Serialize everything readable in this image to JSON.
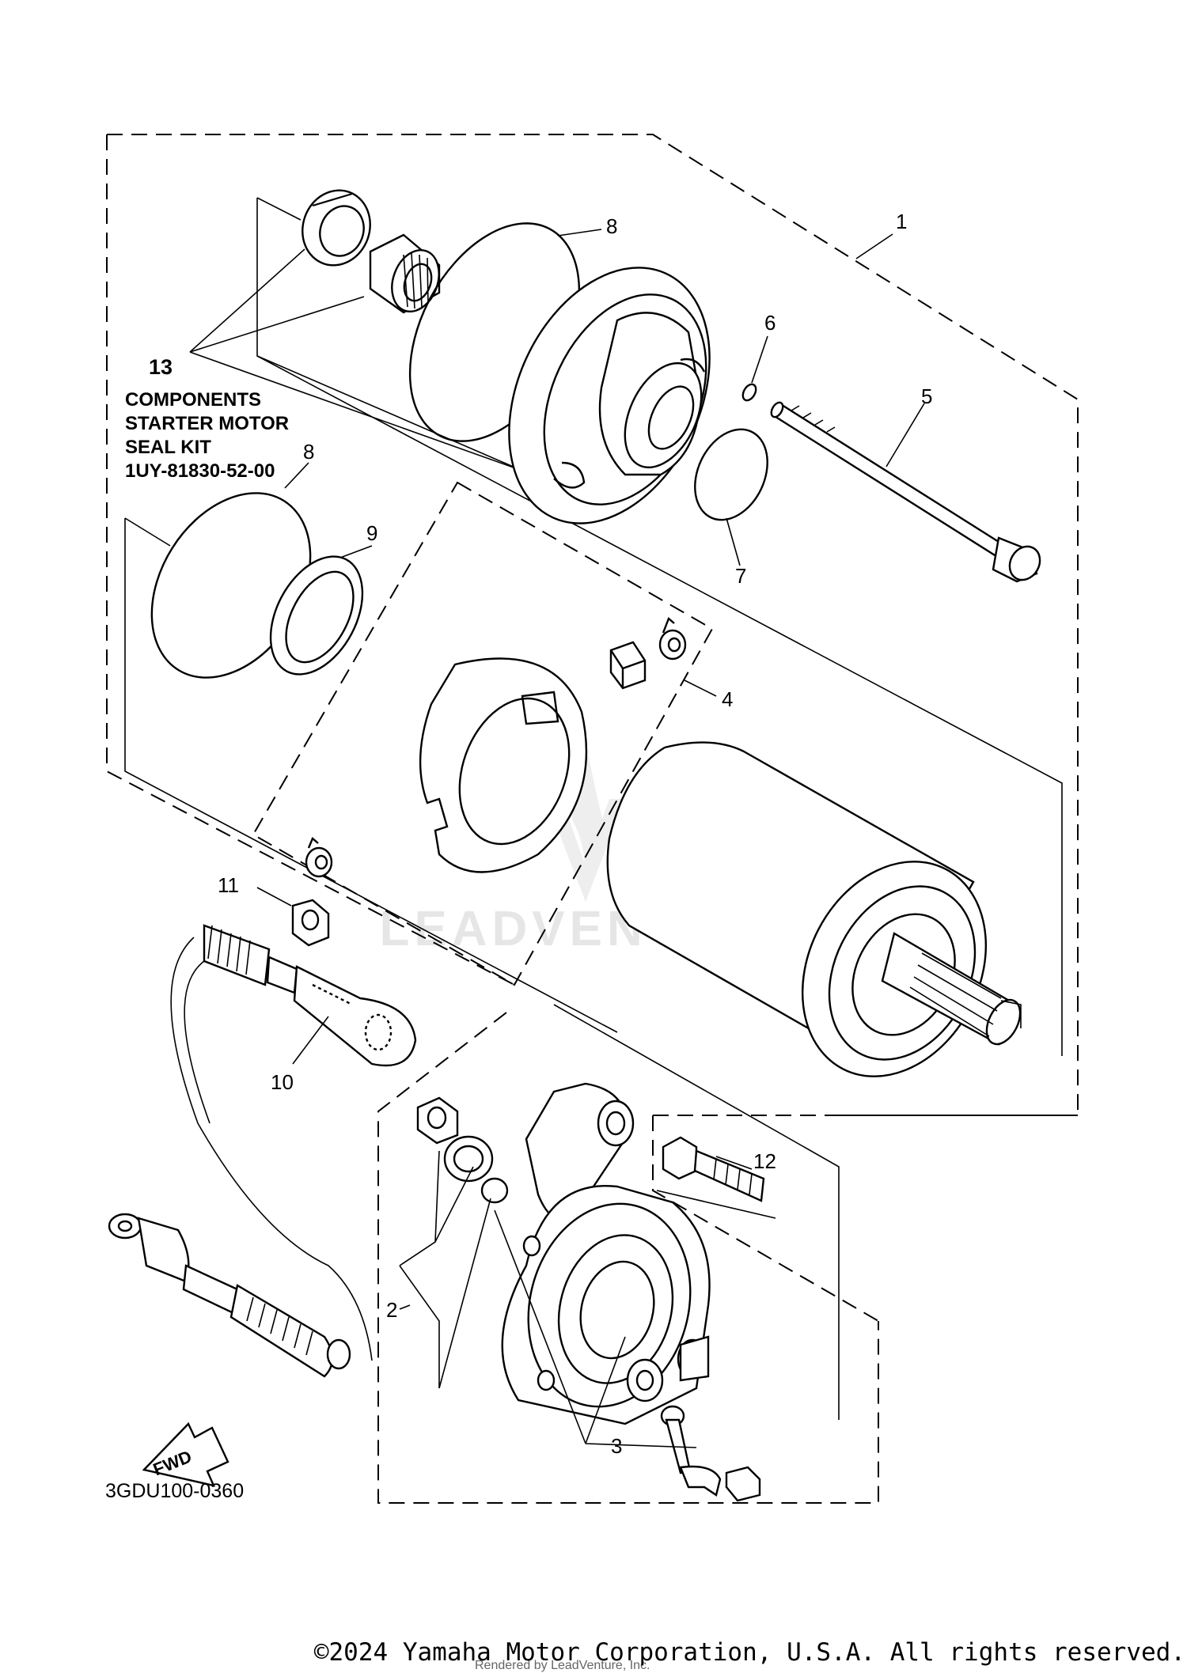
{
  "callouts": {
    "p1": "1",
    "p2": "2",
    "p3": "3",
    "p4": "4",
    "p5": "5",
    "p6": "6",
    "p7": "7",
    "p8a": "8",
    "p8b": "8",
    "p9": "9",
    "p10": "10",
    "p11": "11",
    "p12": "12",
    "p13": "13"
  },
  "kit_label": {
    "line1": "COMPONENTS",
    "line2": "STARTER MOTOR",
    "line3": "SEAL KIT",
    "line4": "1UY-81830-52-00"
  },
  "fwd_label": "FWD",
  "diagram_code": "3GDU100-0360",
  "watermark": "LEADVENTURE",
  "copyright": "©2024 Yamaha Motor Corporation, U.S.A. All rights reserved.",
  "rendered_by": "Rendered by LeadVenture, Inc."
}
